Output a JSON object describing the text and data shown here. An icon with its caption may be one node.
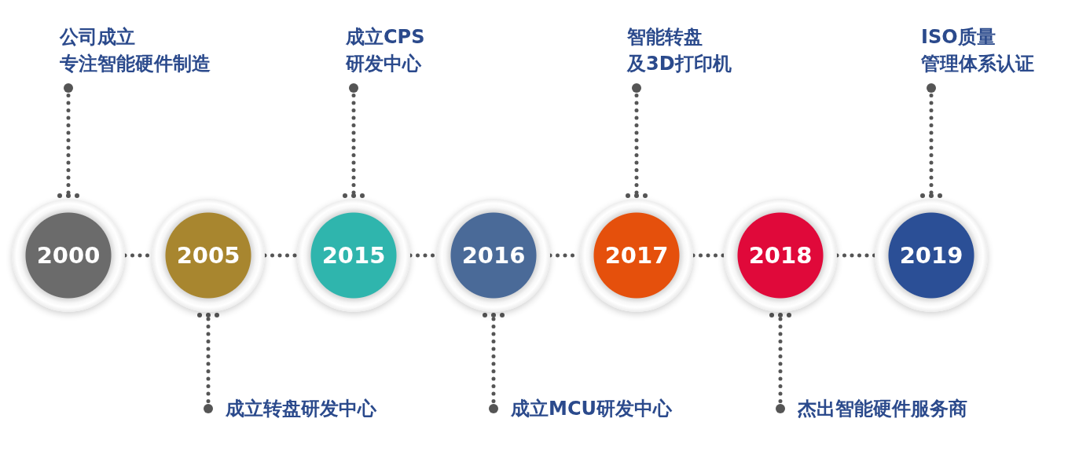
{
  "diagram": {
    "nodes": [
      {
        "text": [
          "2000"
        ]
      },
      {
        "text": [
          "2005"
        ]
      },
      {
        "text": [
          "2015"
        ]
      },
      {
        "text": [
          "2016"
        ]
      },
      {
        "text": [
          "2017"
        ]
      },
      {
        "text": [
          "2018"
        ]
      },
      {
        "text": [
          "2019"
        ]
      },
      {
        "text": [
          "公司成立",
          "专注智能硬件制造"
        ]
      },
      {
        "text": [
          "成立转盘研发中心"
        ]
      },
      {
        "text": [
          "成立CPS",
          "研发中心"
        ]
      },
      {
        "text": [
          "成立MCU研发中心"
        ]
      },
      {
        "text": [
          "智能转盘",
          "及3D打印机"
        ]
      },
      {
        "text": [
          "杰出智能硬件服务商"
        ]
      },
      {
        "text": [
          "ISO质量",
          "管理体系认证"
        ]
      }
    ],
    "edges": [
      {
        "from": 0,
        "to": 1,
        "arrow": "none"
      },
      {
        "from": 1,
        "to": 2,
        "arrow": "none"
      },
      {
        "from": 2,
        "to": 3,
        "arrow": "none"
      },
      {
        "from": 3,
        "to": 4,
        "arrow": "none"
      },
      {
        "from": 4,
        "to": 5,
        "arrow": "none"
      },
      {
        "from": 5,
        "to": 6,
        "arrow": "none"
      },
      {
        "from": 7,
        "to": 0,
        "arrow": "other"
      },
      {
        "from": 8,
        "to": 1,
        "arrow": "other"
      },
      {
        "from": 9,
        "to": 2,
        "arrow": "other"
      },
      {
        "from": 10,
        "to": 3,
        "arrow": "other"
      },
      {
        "from": 11,
        "to": 4,
        "arrow": "other"
      },
      {
        "from": 12,
        "to": 5,
        "arrow": "other"
      },
      {
        "from": 13,
        "to": 6,
        "arrow": "other"
      }
    ]
  }
}
